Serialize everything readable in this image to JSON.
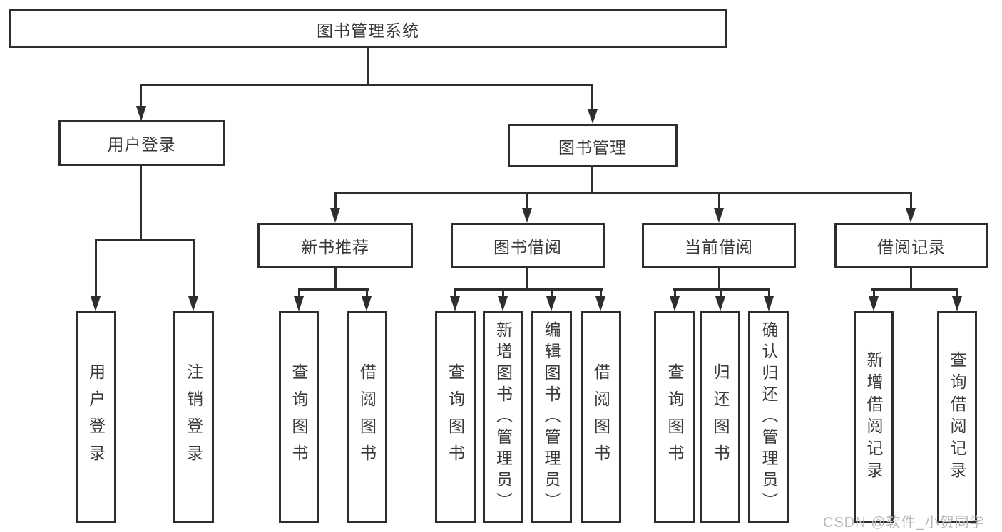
{
  "colors": {
    "line": "#2e2e2e",
    "text": "#3a3a3a",
    "box_background": "#ffffff",
    "watermark": "#b9b9bd"
  },
  "tree": {
    "root": "图书管理系统",
    "branches": [
      {
        "label": "用户登录",
        "children": [
          "用户登录",
          "注销登录"
        ]
      },
      {
        "label": "图书管理",
        "groups": [
          {
            "label": "新书推荐",
            "children": [
              "查询图书",
              "借阅图书"
            ]
          },
          {
            "label": "图书借阅",
            "children": [
              "查询图书",
              "新增图书（管理员）",
              "编辑图书（管理员）",
              "借阅图书"
            ]
          },
          {
            "label": "当前借阅",
            "children": [
              "查询图书",
              "归还图书",
              "确认归还（管理员）"
            ]
          },
          {
            "label": "借阅记录",
            "children": [
              "新增借阅记录",
              "查询借阅记录"
            ]
          }
        ]
      }
    ]
  },
  "watermark": {
    "text": "CSDN @软件_小贺同学"
  }
}
